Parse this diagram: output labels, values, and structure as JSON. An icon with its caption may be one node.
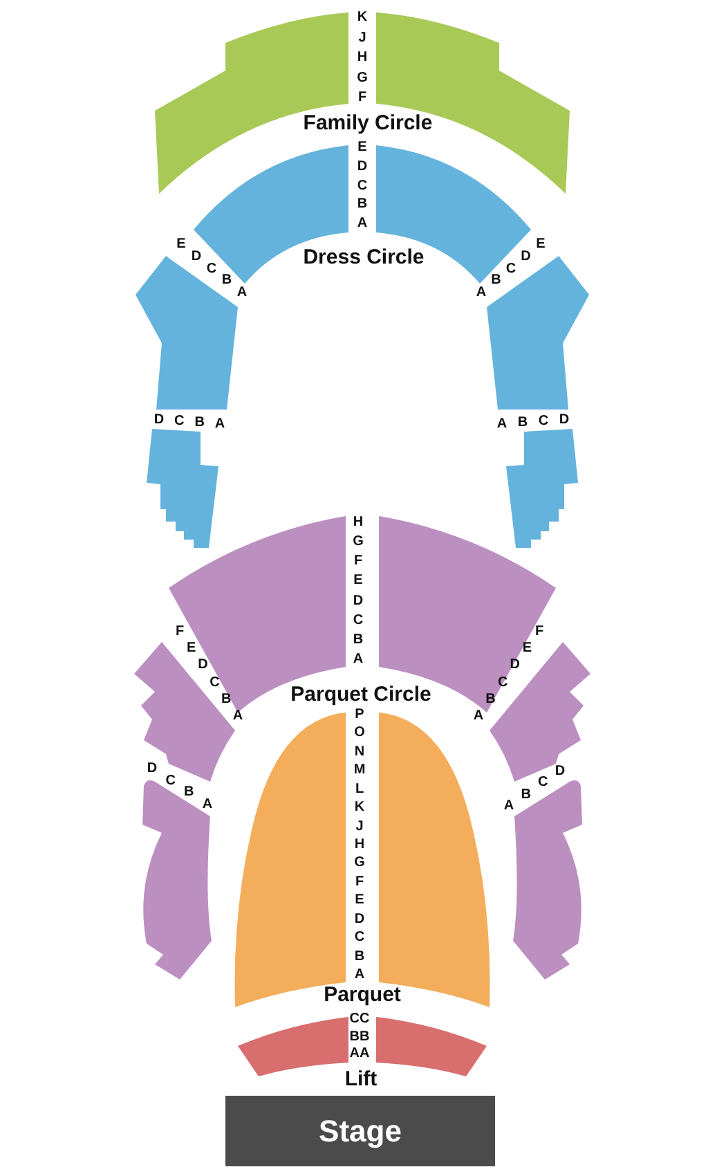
{
  "diagram": {
    "nodes": [
      {
        "text": [
          "Family Circle"
        ]
      },
      {
        "text": [
          "Dress Circle"
        ]
      },
      {
        "text": [],
        "shape": "box"
      },
      {
        "text": [],
        "shape": "box"
      },
      {
        "text": [],
        "shape": "box"
      },
      {
        "text": [],
        "shape": "box"
      },
      {
        "text": [
          "Parquet Circle"
        ]
      },
      {
        "text": [],
        "shape": "box"
      },
      {
        "text": [],
        "shape": "box"
      },
      {
        "text": [],
        "shape": "box"
      },
      {
        "text": [],
        "shape": "box"
      },
      {
        "text": [
          "Parquet"
        ]
      },
      {
        "text": [
          "Lift"
        ]
      },
      {
        "text": [
          "Stage"
        ]
      }
    ],
    "edges": [],
    "labels": [
      "K",
      "J",
      "H",
      "G",
      "F",
      "E",
      "D",
      "C",
      "B",
      "A",
      "E",
      "D",
      "C",
      "B",
      "A",
      "A",
      "B",
      "C",
      "D",
      "E",
      "D",
      "C",
      "B",
      "A",
      "A",
      "B",
      "C",
      "D",
      "H",
      "G",
      "F",
      "E",
      "D",
      "C",
      "B",
      "A",
      "F",
      "E",
      "D",
      "C",
      "B",
      "A",
      "A",
      "B",
      "C",
      "D",
      "E",
      "F",
      "D",
      "C",
      "B",
      "A",
      "A",
      "B",
      "C",
      "D",
      "P",
      "O",
      "N",
      "M",
      "L",
      "K",
      "J",
      "H",
      "G",
      "F",
      "E",
      "D",
      "C",
      "B",
      "A",
      "CC",
      "BB",
      "AA"
    ]
  }
}
